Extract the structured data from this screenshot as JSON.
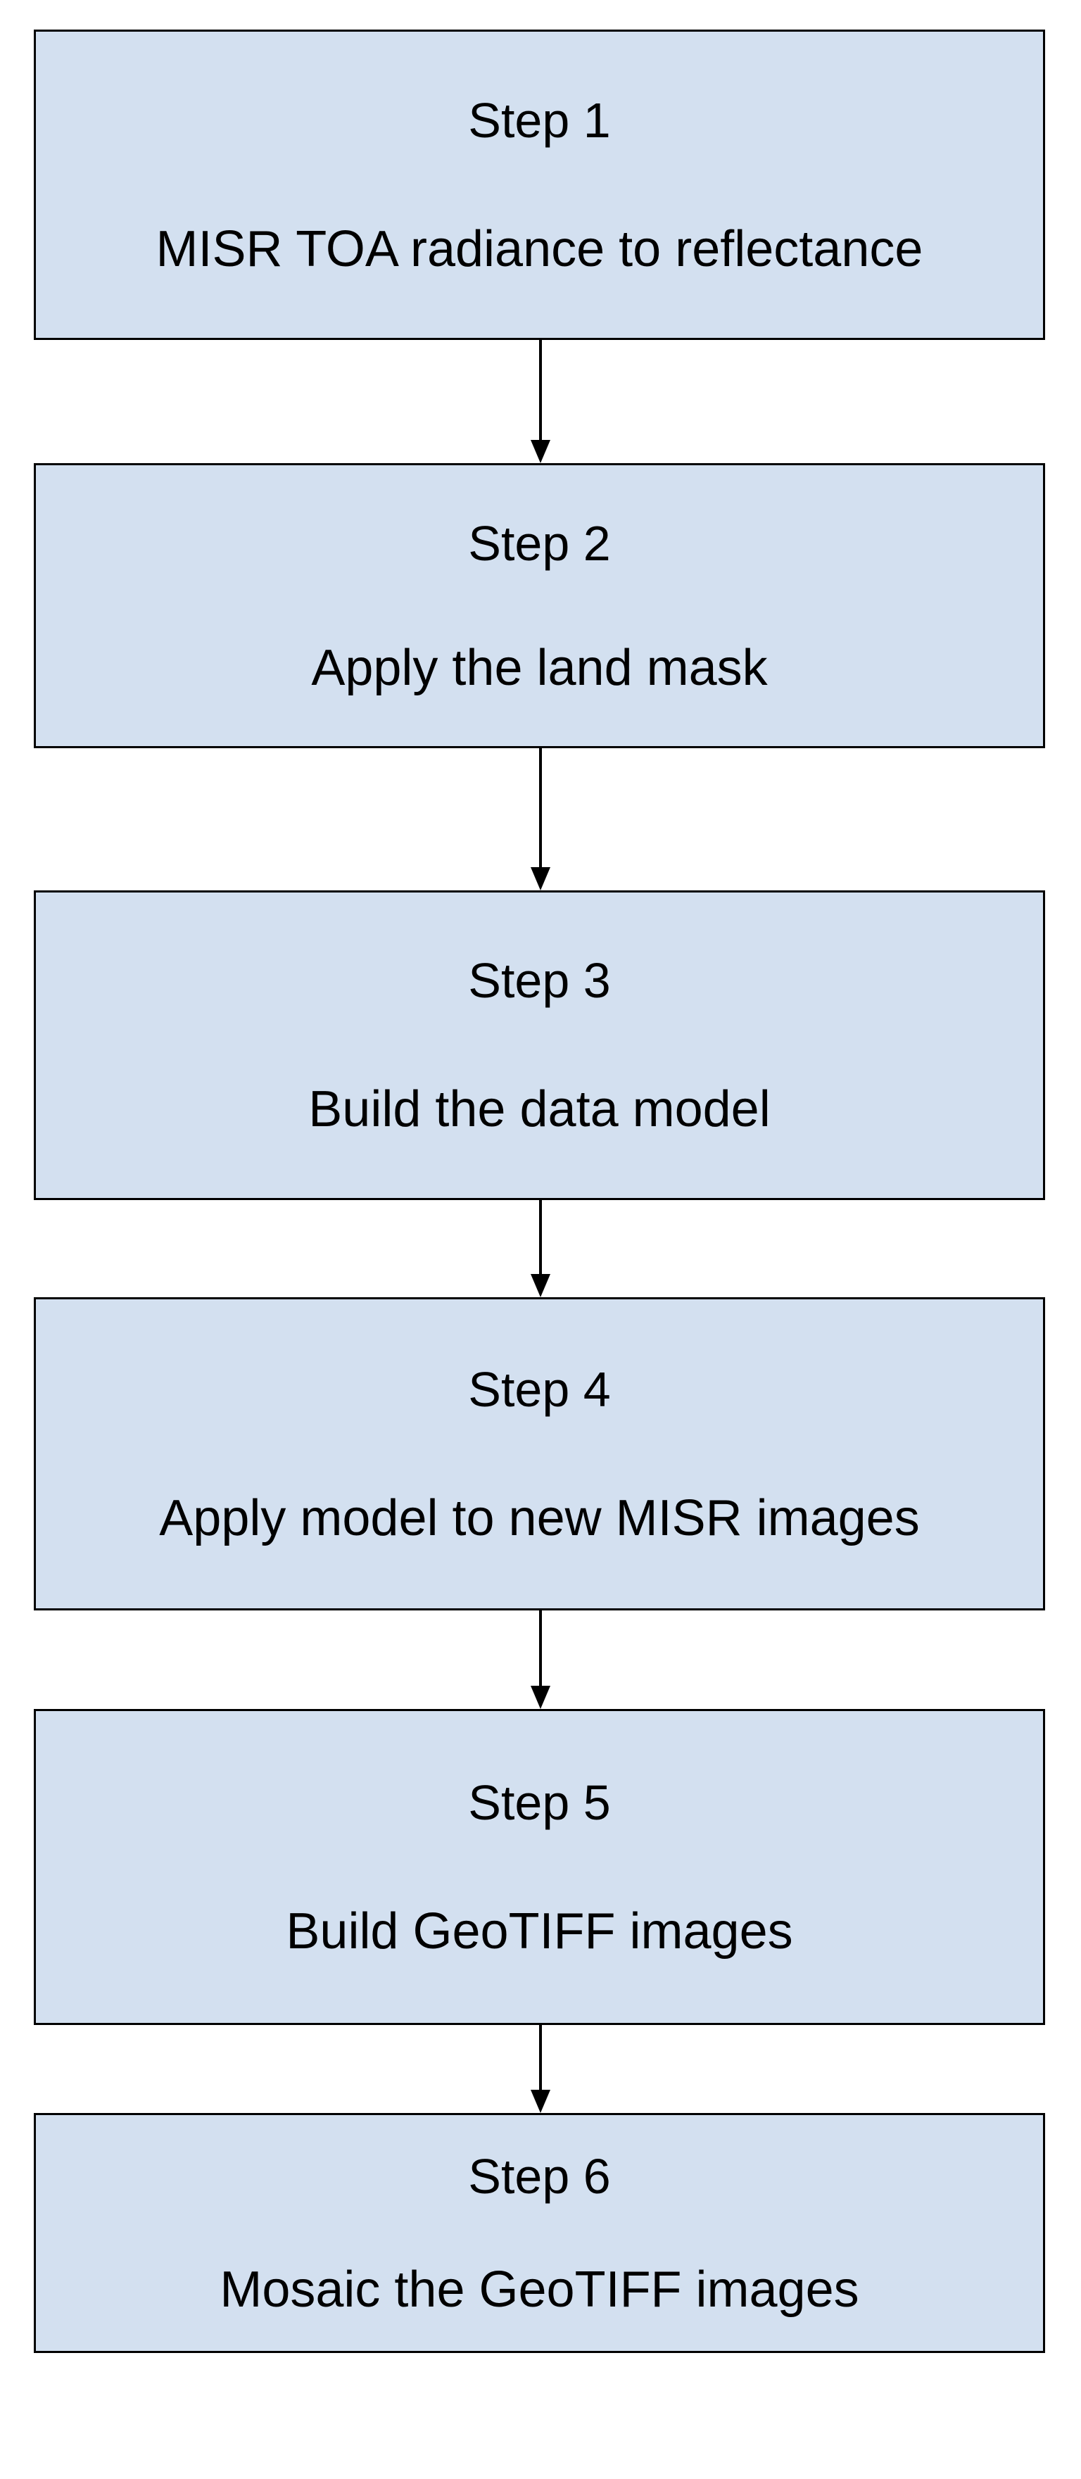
{
  "diagram": {
    "type": "flowchart",
    "orientation": "vertical",
    "colors": {
      "box_fill": "#d3e0f0",
      "box_border": "#000000",
      "text": "#000000",
      "arrow": "#000000",
      "background": "#ffffff"
    },
    "steps": [
      {
        "title": "Step 1",
        "description": "MISR TOA radiance to reflectance"
      },
      {
        "title": "Step 2",
        "description": "Apply the land mask"
      },
      {
        "title": "Step 3",
        "description": "Build the data model"
      },
      {
        "title": "Step 4",
        "description": "Apply model to new MISR images"
      },
      {
        "title": "Step 5",
        "description": "Build GeoTIFF images"
      },
      {
        "title": "Step 6",
        "description": "Mosaic the GeoTIFF images"
      }
    ],
    "connectors": [
      {
        "from": "Step 1",
        "to": "Step 2",
        "glyph": "arrow-down"
      },
      {
        "from": "Step 2",
        "to": "Step 3",
        "glyph": "arrow-down"
      },
      {
        "from": "Step 3",
        "to": "Step 4",
        "glyph": "arrow-down"
      },
      {
        "from": "Step 4",
        "to": "Step 5",
        "glyph": "arrow-down"
      },
      {
        "from": "Step 5",
        "to": "Step 6",
        "glyph": "arrow-down"
      }
    ]
  }
}
